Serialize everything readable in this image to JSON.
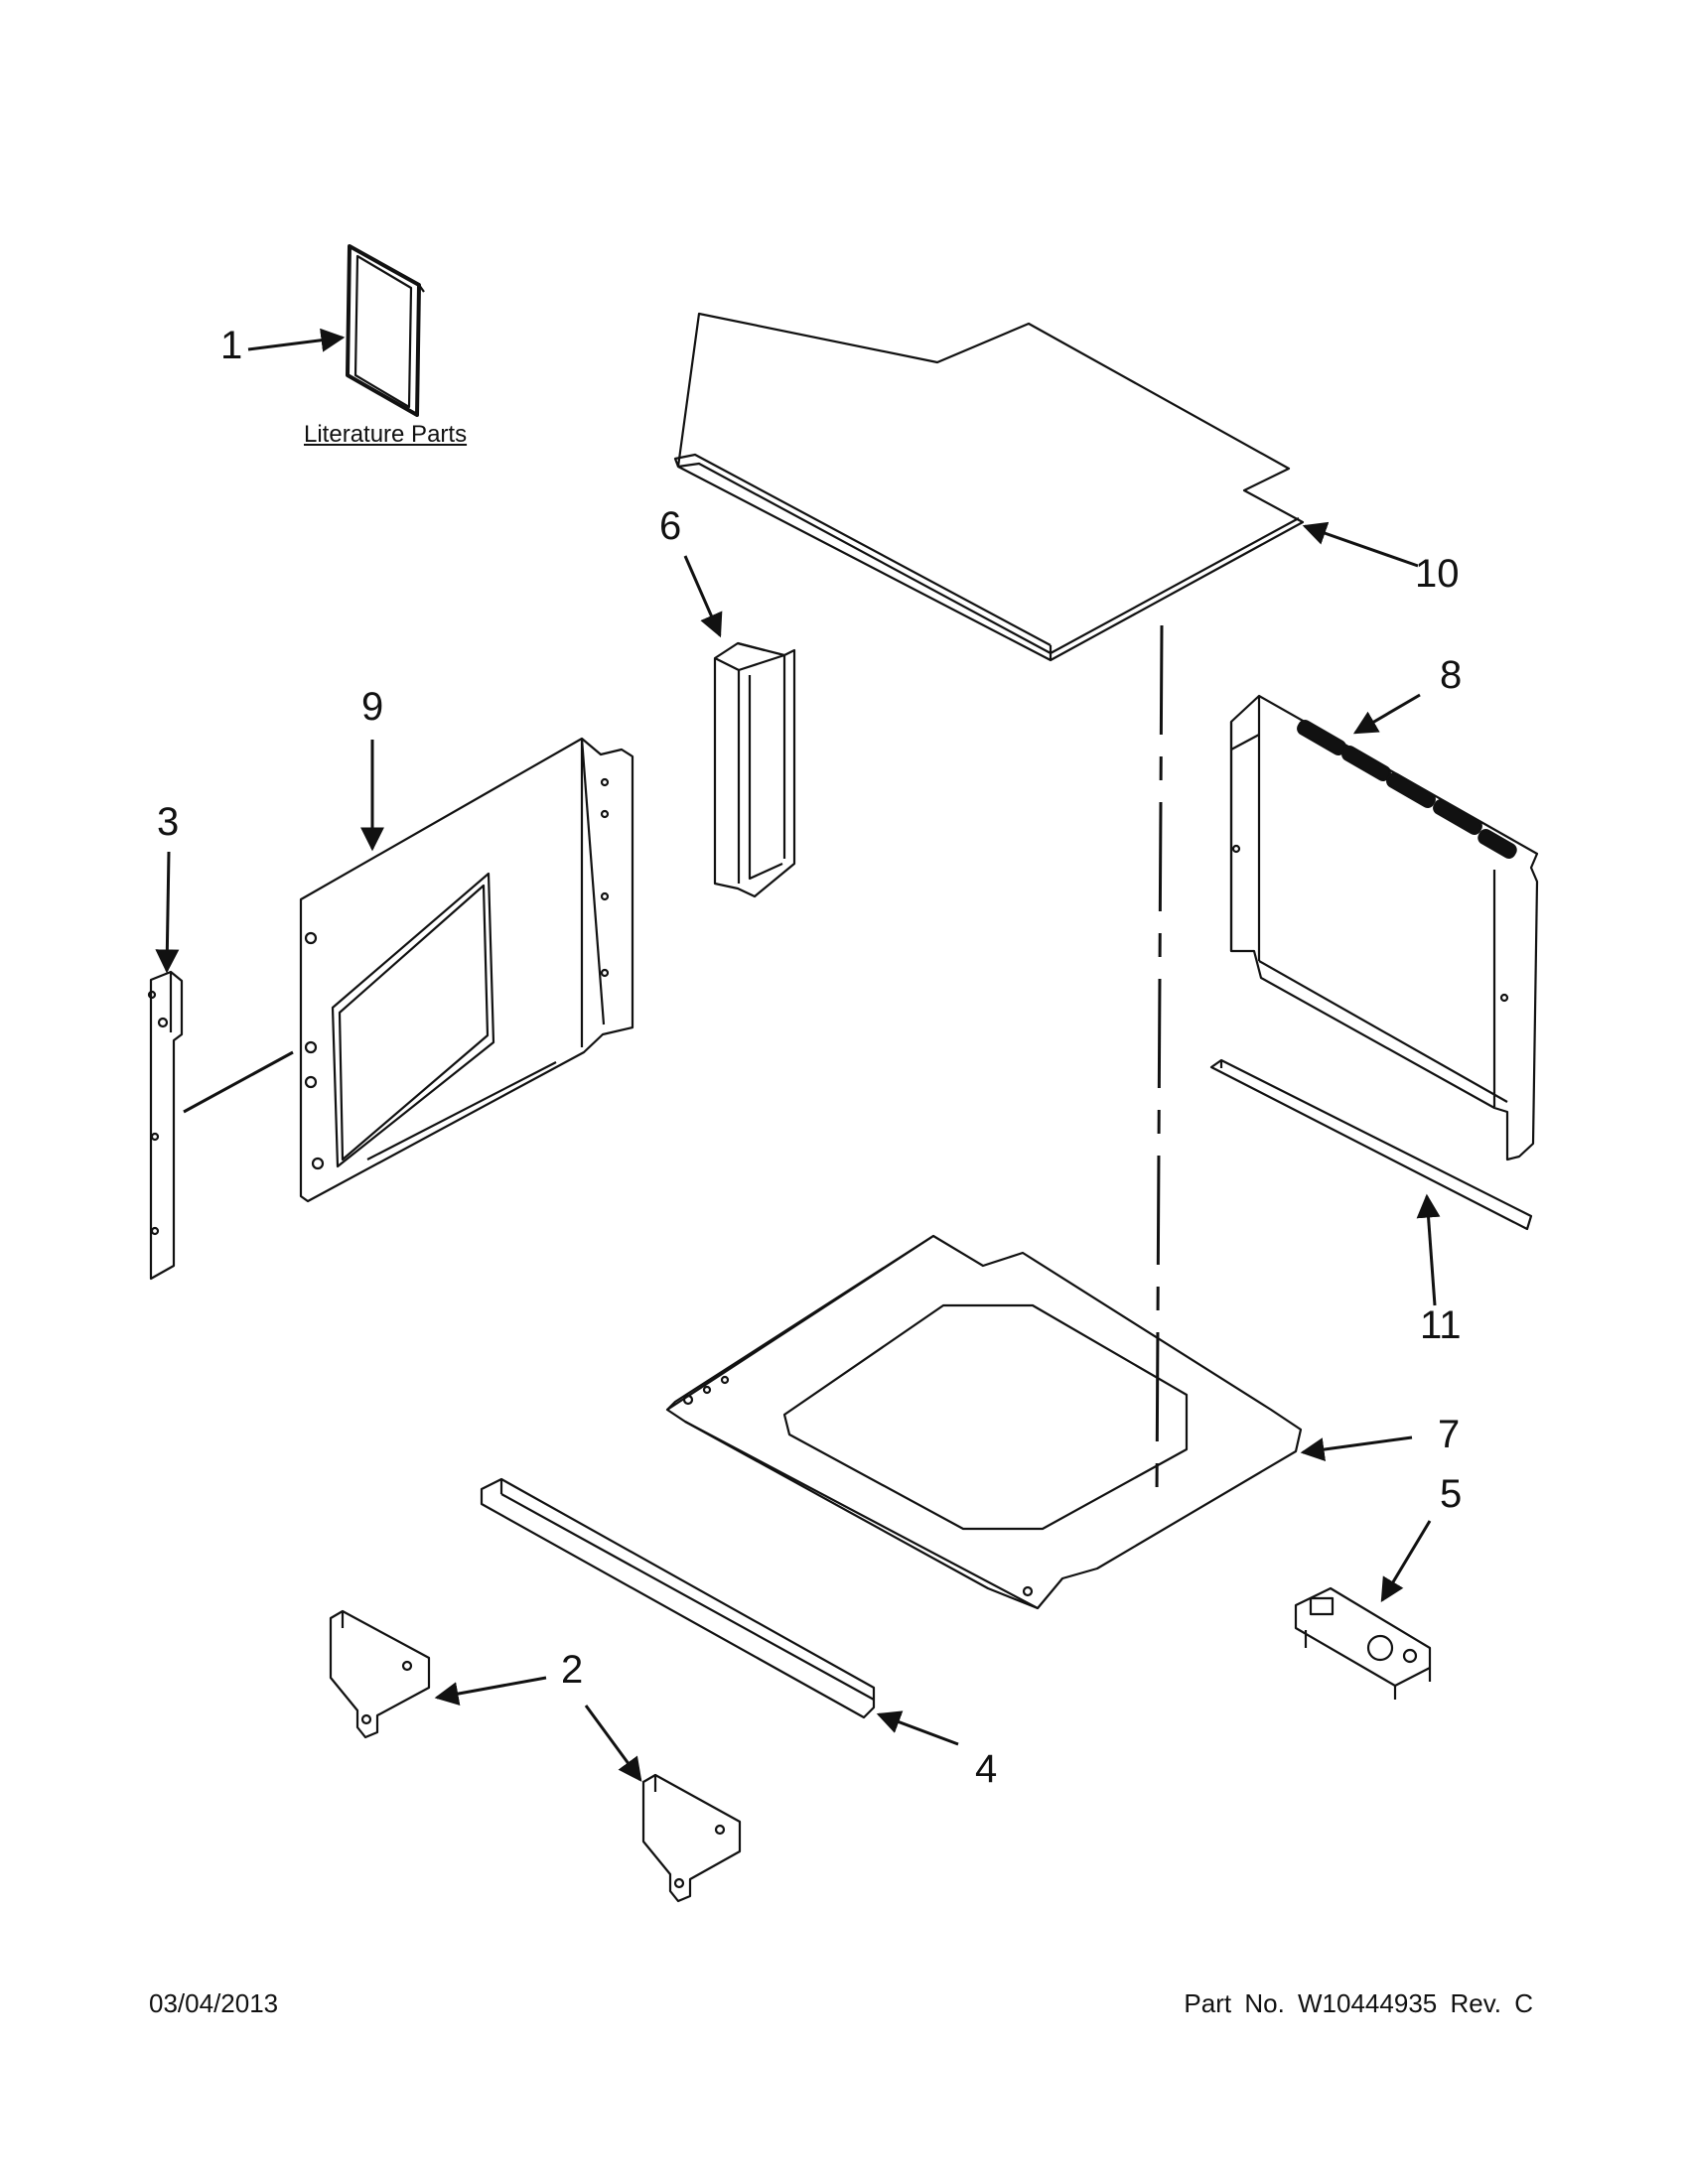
{
  "diagram": {
    "callouts": [
      "1",
      "2",
      "3",
      "4",
      "5",
      "6",
      "7",
      "8",
      "9",
      "10",
      "11"
    ],
    "literature_label": "Literature Parts"
  },
  "footer": {
    "date": "03/04/2013",
    "part_number": "Part No.  W10444935  Rev.  C"
  }
}
